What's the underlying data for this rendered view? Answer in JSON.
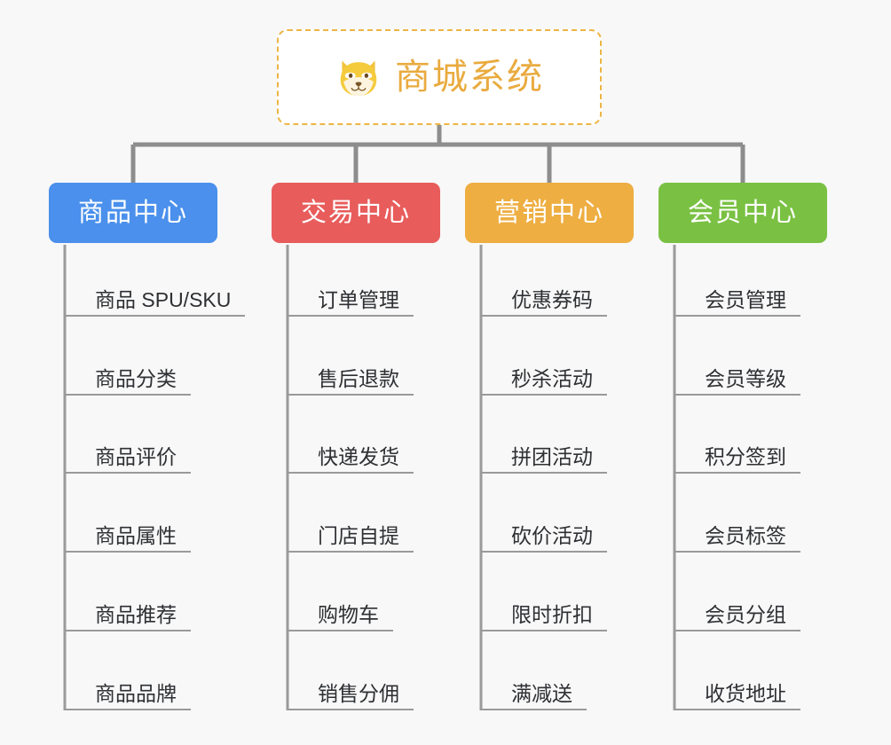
{
  "background_color": "#f8f8f8",
  "root": {
    "icon": "shiba-dog-face-icon",
    "title": "商城系统",
    "title_color": "#e9ab3f",
    "border_color": "#edb544"
  },
  "connector_color": "#8d8d8d",
  "columns": [
    {
      "id": "product-center",
      "label": "商品中心",
      "color": "#4a90ec",
      "items": [
        "商品 SPU/SKU",
        "商品分类",
        "商品评价",
        "商品属性",
        "商品推荐",
        "商品品牌"
      ]
    },
    {
      "id": "trade-center",
      "label": "交易中心",
      "color": "#e85c5c",
      "items": [
        "订单管理",
        "售后退款",
        "快递发货",
        "门店自提",
        "购物车",
        "销售分佣"
      ]
    },
    {
      "id": "marketing-center",
      "label": "营销中心",
      "color": "#eeae42",
      "items": [
        "优惠券码",
        "秒杀活动",
        "拼团活动",
        "砍价活动",
        "限时折扣",
        "满减送"
      ]
    },
    {
      "id": "member-center",
      "label": "会员中心",
      "color": "#7ac143",
      "items": [
        "会员管理",
        "会员等级",
        "积分签到",
        "会员标签",
        "会员分组",
        "收货地址"
      ]
    }
  ]
}
